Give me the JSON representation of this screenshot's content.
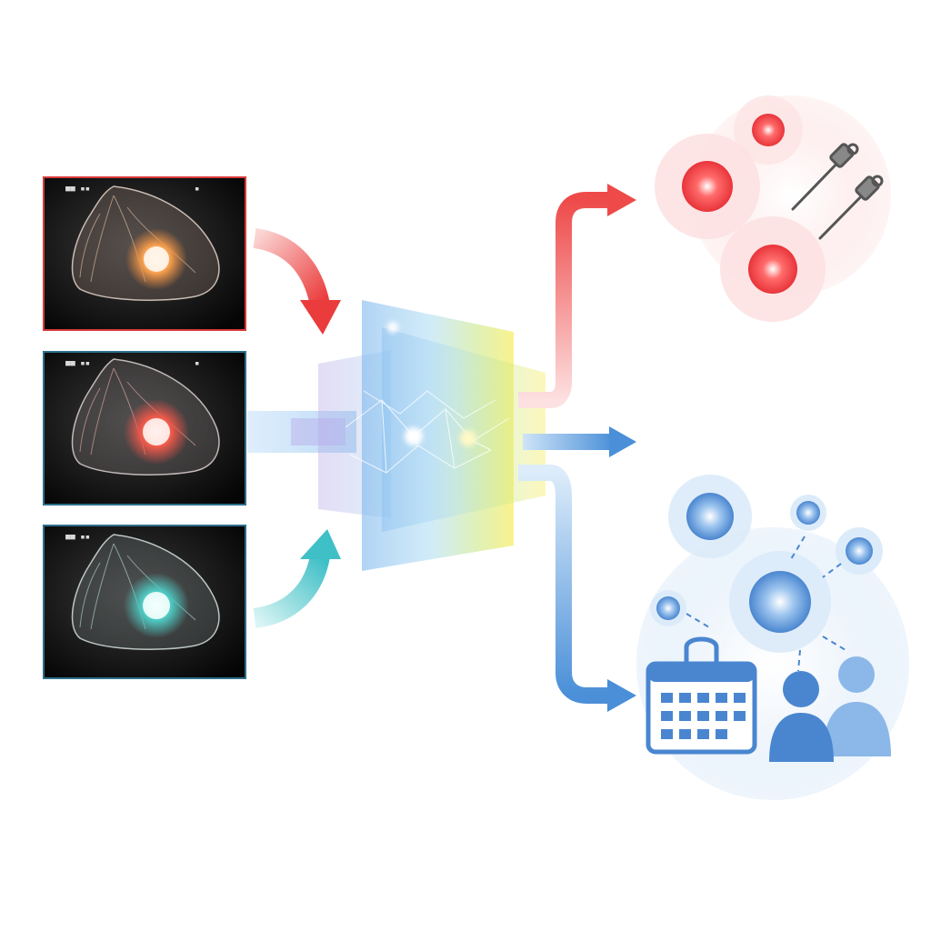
{
  "diagram": {
    "scans": [
      {
        "id": "scan-1",
        "label": "■■ ▪▪",
        "lesion_color": "#f08a3c",
        "frame_color": "#d93a3a"
      },
      {
        "id": "scan-2",
        "label": "■■ ▪▪",
        "lesion_color": "#f0524a",
        "frame_color": "#2c6f8c"
      },
      {
        "id": "scan-3",
        "label": "■■ ▪▪",
        "lesion_color": "#4fc9c2",
        "frame_color": "#2c6f8c"
      }
    ],
    "outputs": [
      {
        "id": "biopsy",
        "icons": [
          "lesion-icon",
          "lesion-icon",
          "lesion-icon",
          "biopsy-needle-icon",
          "biopsy-needle-icon"
        ],
        "color": "#e8343a"
      },
      {
        "id": "follow-up",
        "icons": [
          "lesion-icon",
          "calendar-icon",
          "patients-icon"
        ],
        "color": "#4a86d0"
      }
    ],
    "colors": {
      "red": "#ee4444",
      "teal": "#3fbfc6",
      "blue": "#4a8fd8",
      "prism_start": "#7db7ee",
      "prism_end": "#f6ea4c"
    }
  }
}
